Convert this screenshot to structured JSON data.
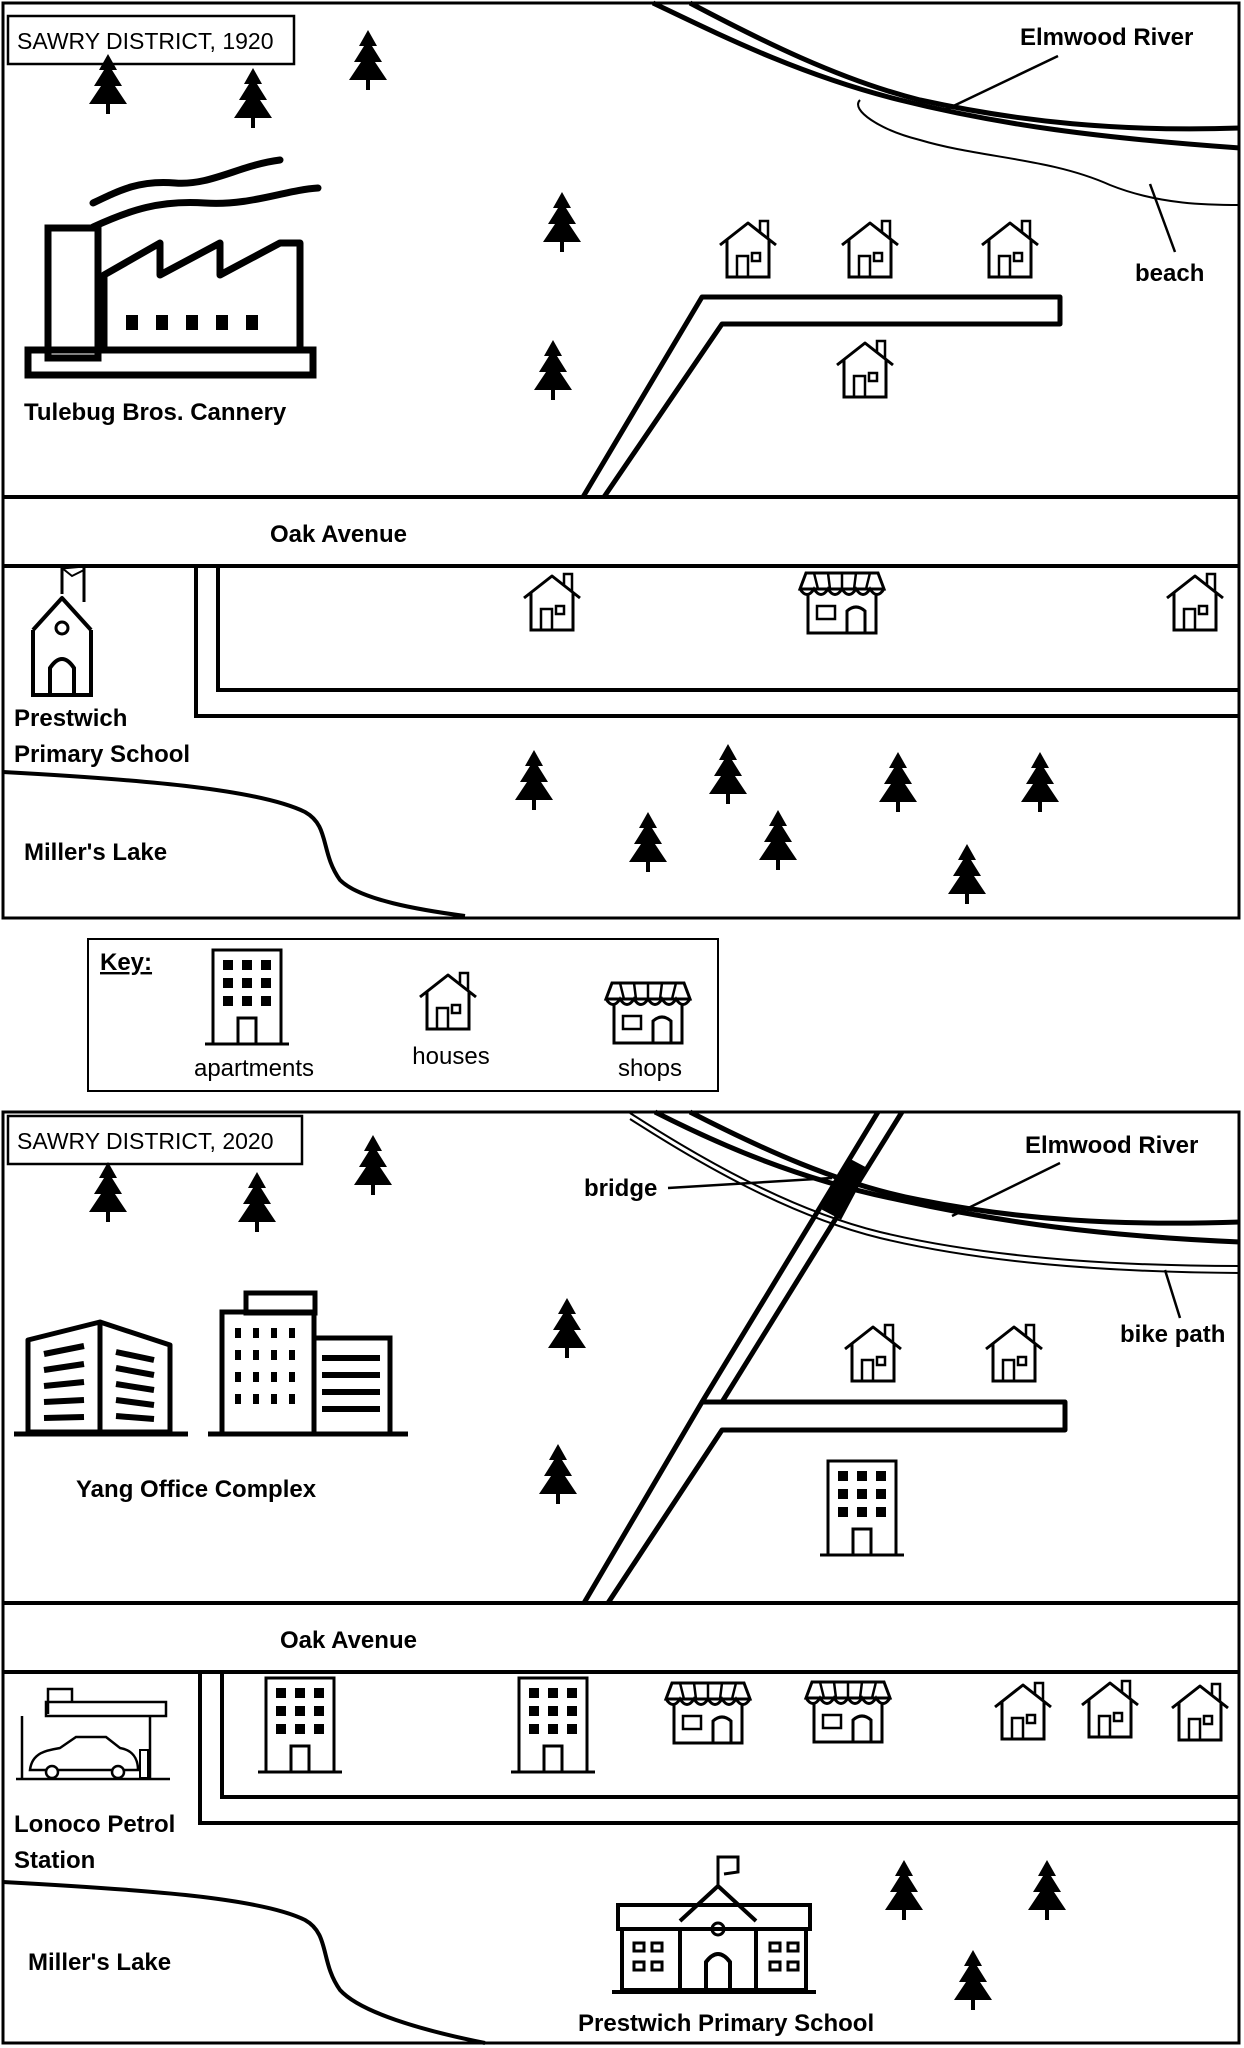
{
  "map_1920": {
    "title": "SAWRY DISTRICT, 1920",
    "river": "Elmwood River",
    "beach": "beach",
    "cannery": "Tulebug Bros. Cannery",
    "road": "Oak Avenue",
    "school": "Prestwich\nPrimary School",
    "lake": "Miller's Lake"
  },
  "key": {
    "heading": "Key:",
    "apartments": "apartments",
    "houses": "houses",
    "shops": "shops"
  },
  "map_2020": {
    "title": "SAWRY DISTRICT, 2020",
    "river": "Elmwood River",
    "bridge": "bridge",
    "bike_path": "bike path",
    "office": "Yang Office Complex",
    "road": "Oak Avenue",
    "petrol": "Lonoco Petrol\nStation",
    "lake": "Miller's Lake",
    "school": "Prestwich Primary School"
  }
}
